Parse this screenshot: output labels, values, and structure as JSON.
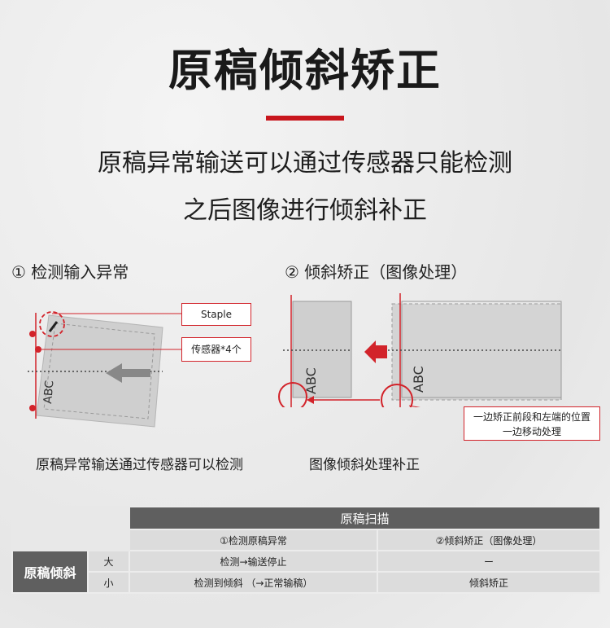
{
  "title": "原稿倾斜矫正",
  "subtitle": {
    "line1": "原稿异常输送可以通过传感器只能检测",
    "line2": "之后图像进行倾斜补正"
  },
  "section1": {
    "title": "① 检测输入异常",
    "caption": "原稿异常输送通过传感器可以检测",
    "staple_label": "Staple",
    "sensor_label": "传感器*4个",
    "paper_text": "ABC"
  },
  "section2": {
    "title": "② 倾斜矫正（图像处理）",
    "caption": "图像倾斜处理补正",
    "note_line1": "一边矫正前段和左端的位置",
    "note_line2": "一边移动处理",
    "paper_text_left": "ABC",
    "paper_text_right": "ABC"
  },
  "table": {
    "header_main": "原稿扫描",
    "col1": "①检测原稿异常",
    "col2": "②倾斜矫正（图像处理）",
    "row_header": "原稿倾斜",
    "rows": [
      {
        "size": "大",
        "c1": "检测→输送停止",
        "c2": "ー"
      },
      {
        "size": "小",
        "c1": "检测到倾斜 （→正常输稿）",
        "c2": "倾斜矫正"
      }
    ]
  },
  "colors": {
    "accent": "#c8161d",
    "header_dark": "#5f5f5f",
    "header_light": "#dcdcdc"
  }
}
